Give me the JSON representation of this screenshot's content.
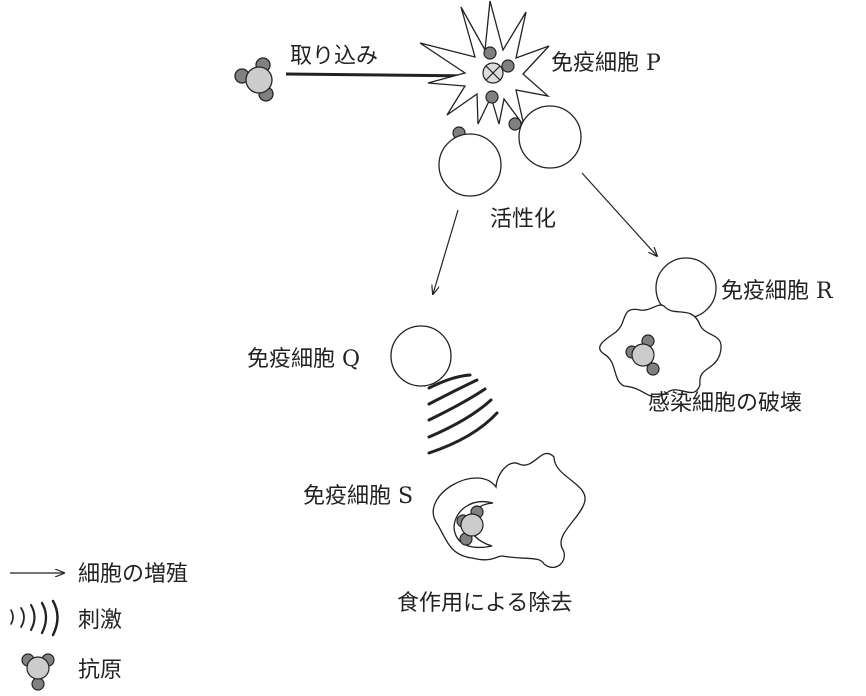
{
  "labels": {
    "uptake": "取り込み",
    "cell_p": "免疫細胞 P",
    "activation": "活性化",
    "cell_q": "免疫細胞 Q",
    "cell_r": "免疫細胞 R",
    "cell_s": "免疫細胞 S",
    "infected_destroy": "感染細胞の破壊",
    "phagocytosis": "食作用による除去"
  },
  "legend": [
    {
      "symbol": "arrow-icon",
      "label": "細胞の増殖"
    },
    {
      "symbol": "stimulus-waves-icon",
      "label": "刺激"
    },
    {
      "symbol": "antigen-icon",
      "label": "抗原"
    }
  ],
  "colors": {
    "stroke": "#222222",
    "antigen_core": "#cccccc",
    "antigen_lobe": "#808080"
  }
}
